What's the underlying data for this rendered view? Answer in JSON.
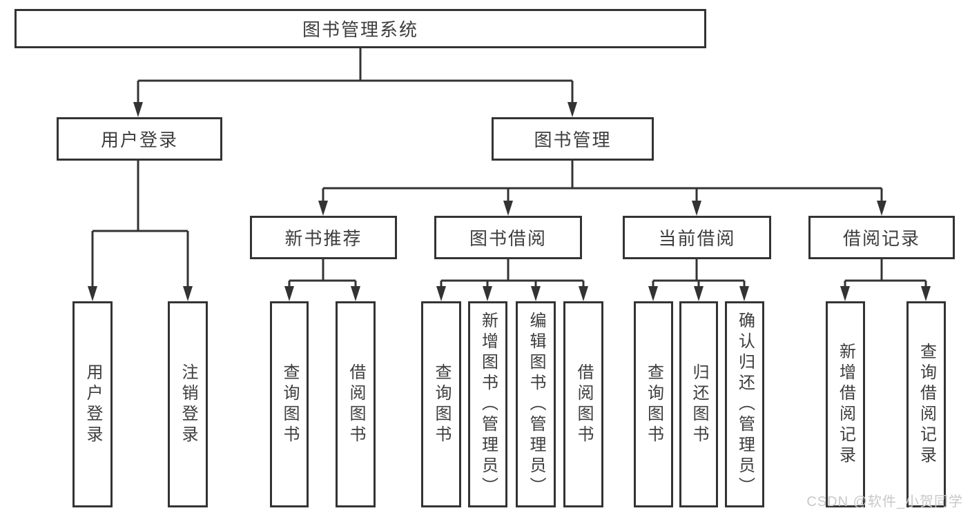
{
  "diagram": {
    "title": "图书管理系统",
    "branches": [
      {
        "label": "用户登录",
        "leaves": [
          "用户登录",
          "注销登录"
        ]
      },
      {
        "label": "图书管理",
        "groups": [
          {
            "label": "新书推荐",
            "leaves": [
              "查询图书",
              "借阅图书"
            ]
          },
          {
            "label": "图书借阅",
            "leaves": [
              "查询图书",
              "新增图书（管理员）",
              "编辑图书（管理员）",
              "借阅图书"
            ]
          },
          {
            "label": "当前借阅",
            "leaves": [
              "查询图书",
              "归还图书",
              "确认归还（管理员）"
            ]
          },
          {
            "label": "借阅记录",
            "leaves": [
              "新增借阅记录",
              "查询借阅记录"
            ]
          }
        ]
      }
    ]
  },
  "watermark": {
    "text": "CSDN @软件_小贺同学"
  },
  "colors": {
    "line": "#333333",
    "text": "#3d3d3d",
    "watermark": "#c8c8c8",
    "background": "#ffffff"
  }
}
